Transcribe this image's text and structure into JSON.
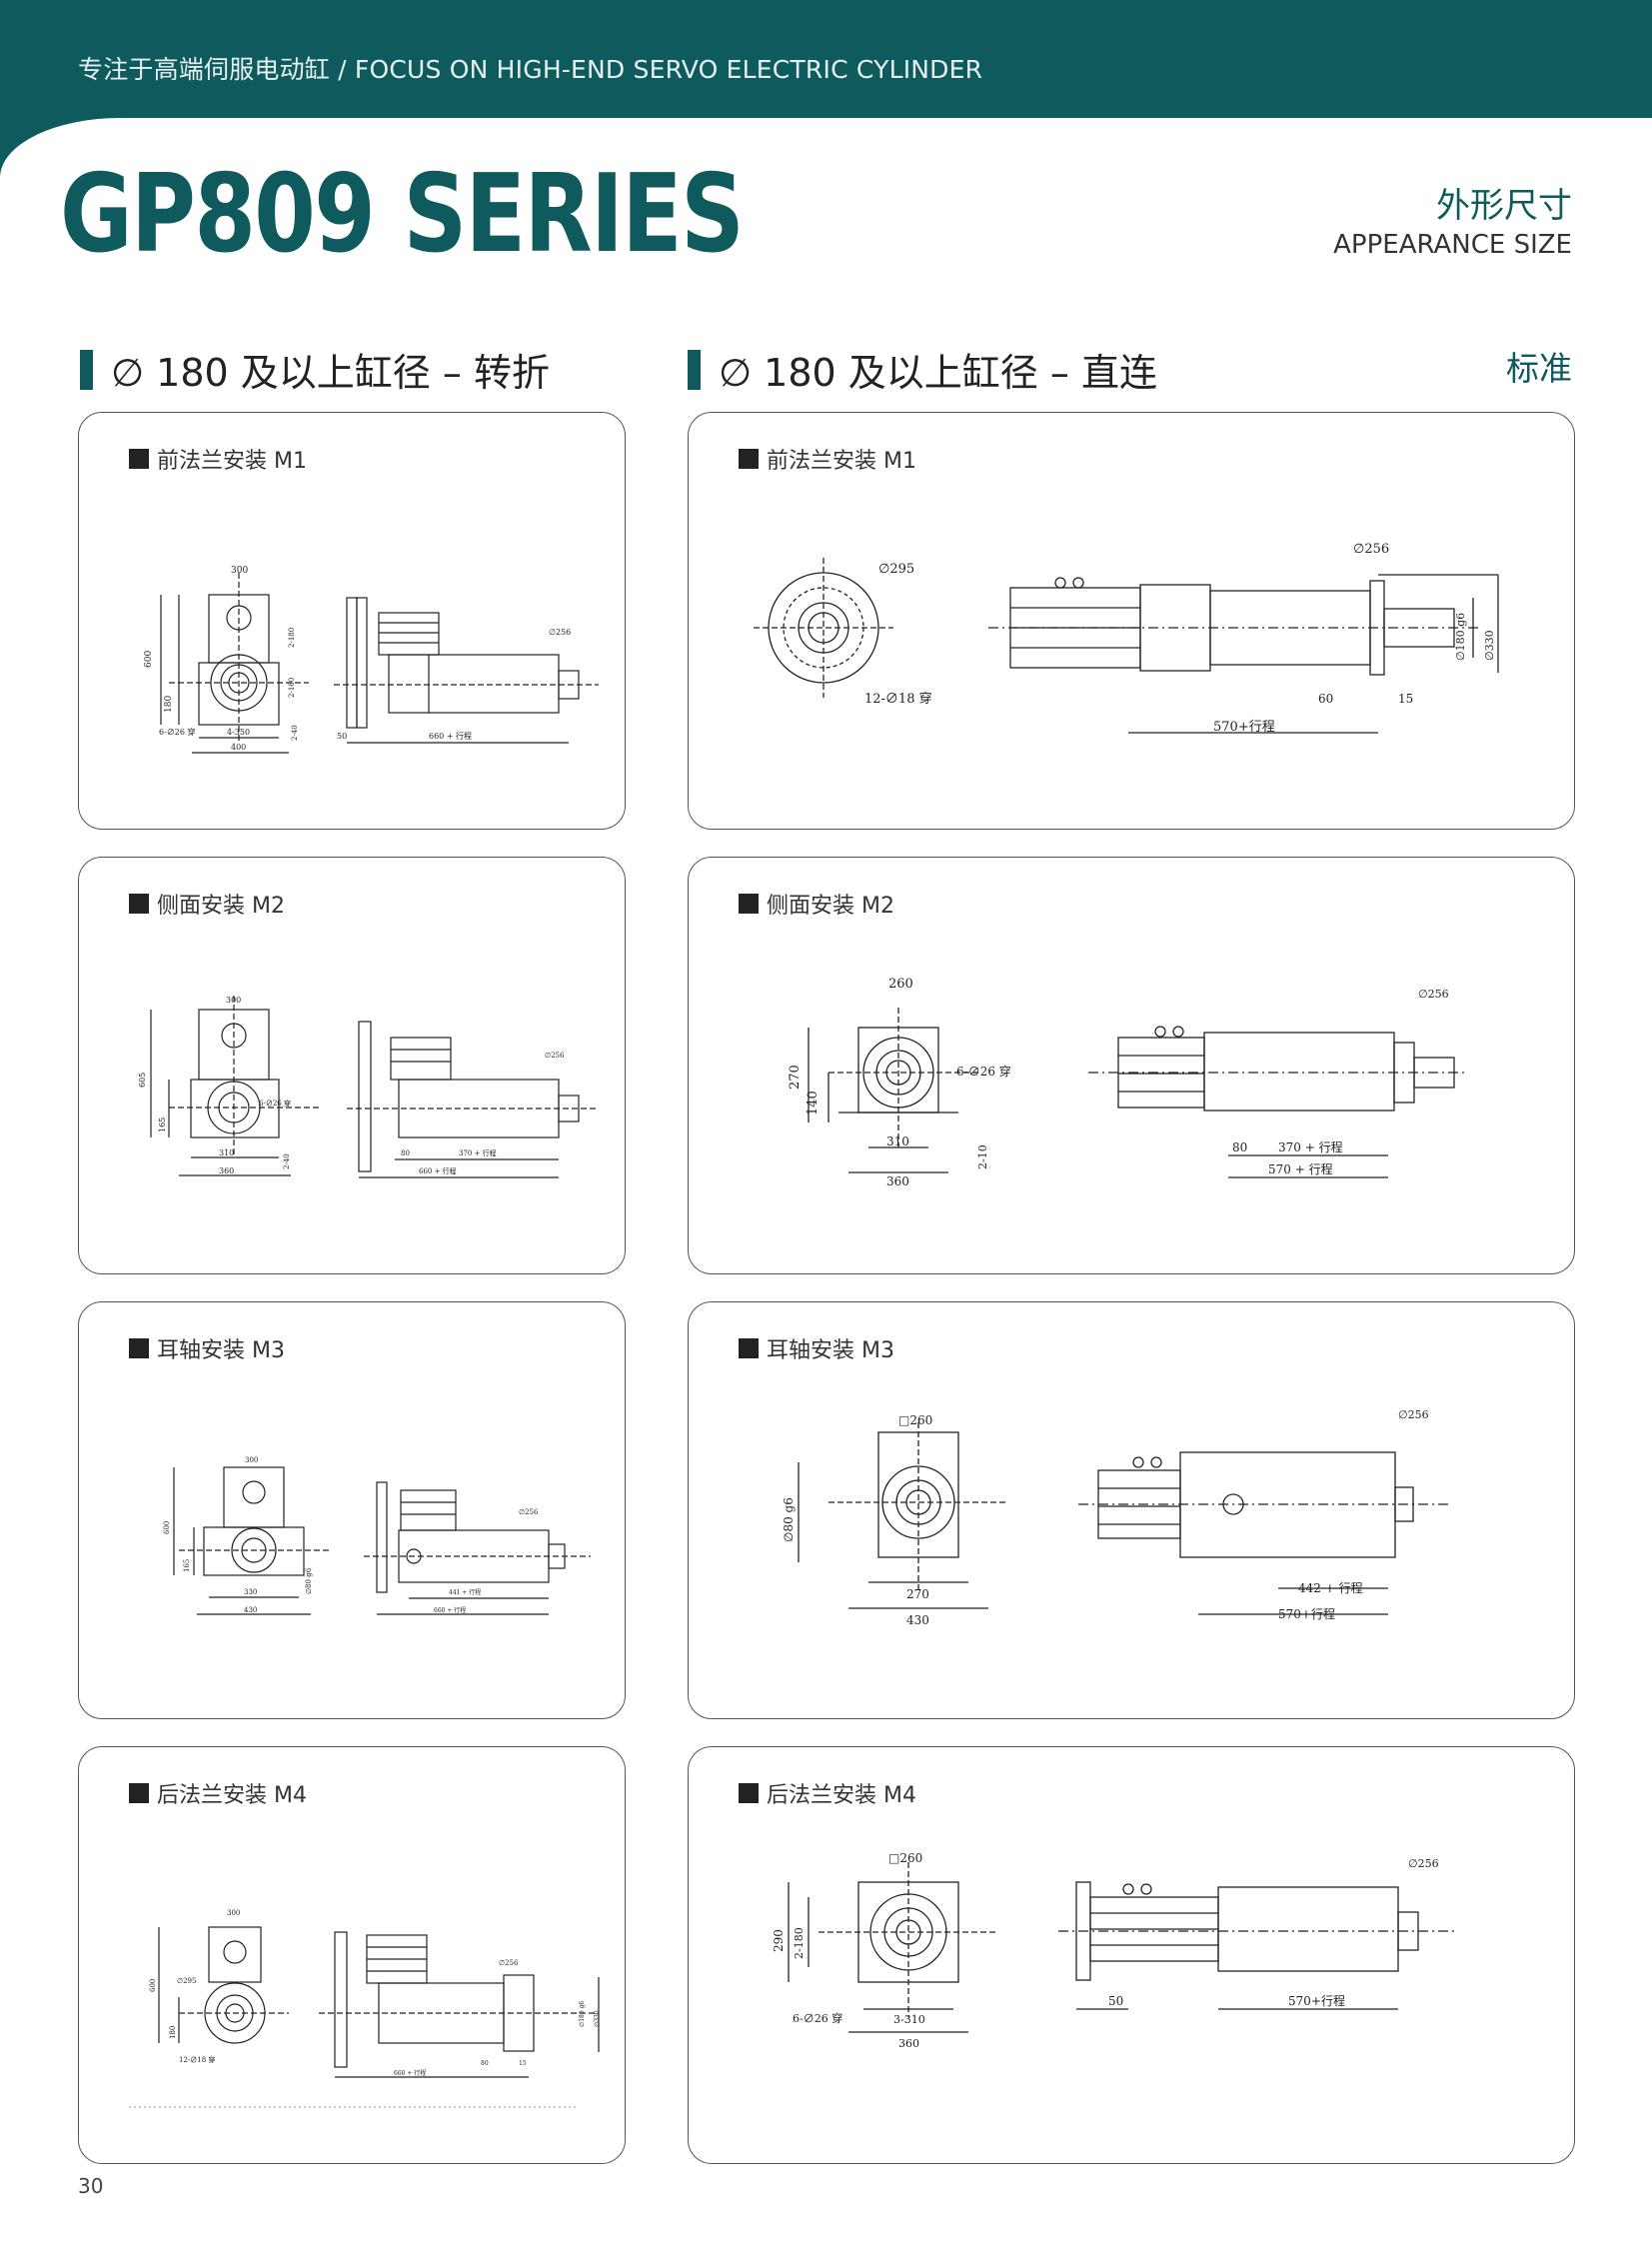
{
  "header": {
    "tagline": "专注于高端伺服电动缸 / FOCUS ON HIGH-END SERVO ELECTRIC CYLINDER",
    "series_title": "GP809 SERIES",
    "section_cn": "外形尺寸",
    "section_en": "APPEARANCE SIZE"
  },
  "columns": {
    "left": "∅ 180 及以上缸径 – 转折",
    "right": "∅ 180 及以上缸径 – 直连",
    "right_tag": "标准"
  },
  "panels": {
    "left_m1": "前法兰安装 M1",
    "left_m2": "侧面安装 M2",
    "left_m3": "耳轴安装 M3",
    "left_m4": "后法兰安装 M4",
    "right_m1": "前法兰安装 M1",
    "right_m2": "侧面安装 M2",
    "right_m3": "耳轴安装 M3",
    "right_m4": "后法兰安装 M4"
  },
  "dims": {
    "l1": {
      "a": "300",
      "b": "600",
      "c": "180",
      "d": "6-∅26 穿",
      "e": "4-350",
      "f": "400",
      "g": "2-180",
      "h": "2-160",
      "i": "2-40",
      "j": "50",
      "k": "660 + 行程",
      "l": "∅256"
    },
    "l2": {
      "a": "300",
      "b": "605",
      "c": "165",
      "d": "6-∅26 穿",
      "e": "310",
      "f": "360",
      "g": "2-40",
      "h": "∅256",
      "i": "80",
      "j": "370 + 行程",
      "k": "660 + 行程"
    },
    "l3": {
      "a": "300",
      "b": "600",
      "c": "165",
      "d": "∅80 g6",
      "e": "330",
      "f": "430",
      "g": "∅256",
      "h": "441 + 行程",
      "i": "660 + 行程"
    },
    "l4": {
      "a": "300",
      "b": "∅295",
      "c": "600",
      "d": "180",
      "e": "12-∅18 穿",
      "f": "∅256",
      "g": "660 + 行程",
      "h": "80",
      "i": "15",
      "j": "∅180 g6",
      "k": "∅330"
    },
    "r1": {
      "a": "∅295",
      "b": "12-∅18 穿",
      "c": "∅256",
      "d": "∅180 g6",
      "e": "∅330",
      "f": "60",
      "g": "15",
      "h": "570+行程"
    },
    "r2": {
      "a": "260",
      "b": "270",
      "c": "140",
      "d": "6-∅26 穿",
      "e": "310",
      "f": "360",
      "g": "2-10",
      "h": "∅256",
      "i": "80",
      "j": "370 + 行程",
      "k": "570 + 行程"
    },
    "r3": {
      "a": "□260",
      "b": "∅80 g6",
      "c": "270",
      "d": "430",
      "e": "∅256",
      "f": "442 + 行程",
      "g": "570+行程"
    },
    "r4": {
      "a": "□260",
      "b": "290",
      "c": "2-180",
      "d": "6-∅26 穿",
      "e": "3-310",
      "f": "360",
      "g": "∅256",
      "h": "50",
      "i": "570+行程"
    }
  },
  "page_number": "30"
}
